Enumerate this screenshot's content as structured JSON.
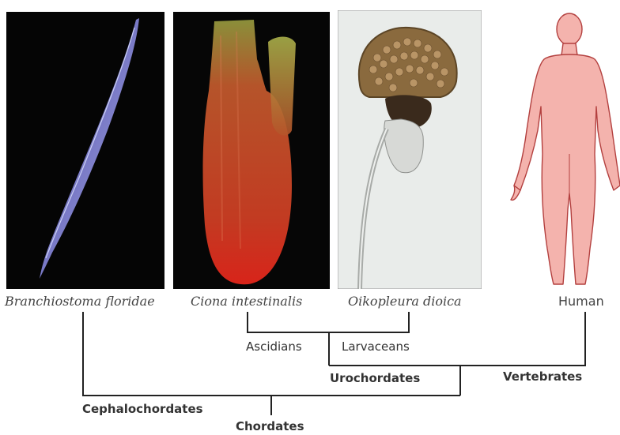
{
  "species": {
    "branchiostoma": "Branchiostoma floridae",
    "ciona": "Ciona intestinalis",
    "oikopleura": "Oikopleura dioica",
    "human": "Human"
  },
  "clades": {
    "ascidians": "Ascidians",
    "larvaceans": "Larvaceans",
    "urochordates": "Urochordates",
    "vertebrates": "Vertebrates",
    "cephalochordates": "Cephalochordates",
    "chordates": "Chordates"
  },
  "colors": {
    "tree_line": "#222222",
    "human_fill": "#f4b3ad",
    "human_outline": "#b3403f",
    "photo_black": "#050505",
    "lancelet": "#8f8fd8",
    "ciona_body": "#c0391f",
    "oikopleura_bg": "#e8ebe9"
  }
}
